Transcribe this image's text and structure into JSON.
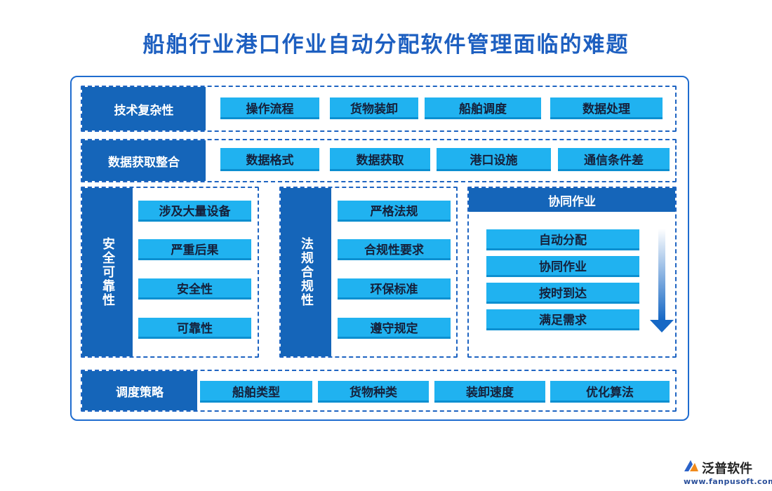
{
  "title": "船舶行业港口作业自动分配软件管理面临的难题",
  "row1": {
    "label": "技术复杂性",
    "items": [
      "操作流程",
      "货物装卸",
      "船舶调度",
      "数据处理"
    ]
  },
  "row2": {
    "label": "数据获取整合",
    "items": [
      "数据格式",
      "数据获取",
      "港口设施",
      "通信条件差"
    ]
  },
  "safety": {
    "label": "安全可靠性",
    "items": [
      "涉及大量设备",
      "严重后果",
      "安全性",
      "可靠性"
    ]
  },
  "compliance": {
    "label": "法规合规性",
    "items": [
      "严格法规",
      "合规性要求",
      "环保标准",
      "遵守规定"
    ]
  },
  "cooperation": {
    "label": "协同作业",
    "items": [
      "自动分配",
      "协同作业",
      "按时到达",
      "满足需求"
    ]
  },
  "row4": {
    "label": "调度策略",
    "items": [
      "船舶类型",
      "货物种类",
      "装卸速度",
      "优化算法"
    ]
  },
  "logo": {
    "name": "泛普软件",
    "url": "www.fanpusoft.com"
  },
  "colors": {
    "dark_blue": "#1565b9",
    "light_blue": "#20b2f0",
    "title_blue": "#1d5fc0"
  }
}
